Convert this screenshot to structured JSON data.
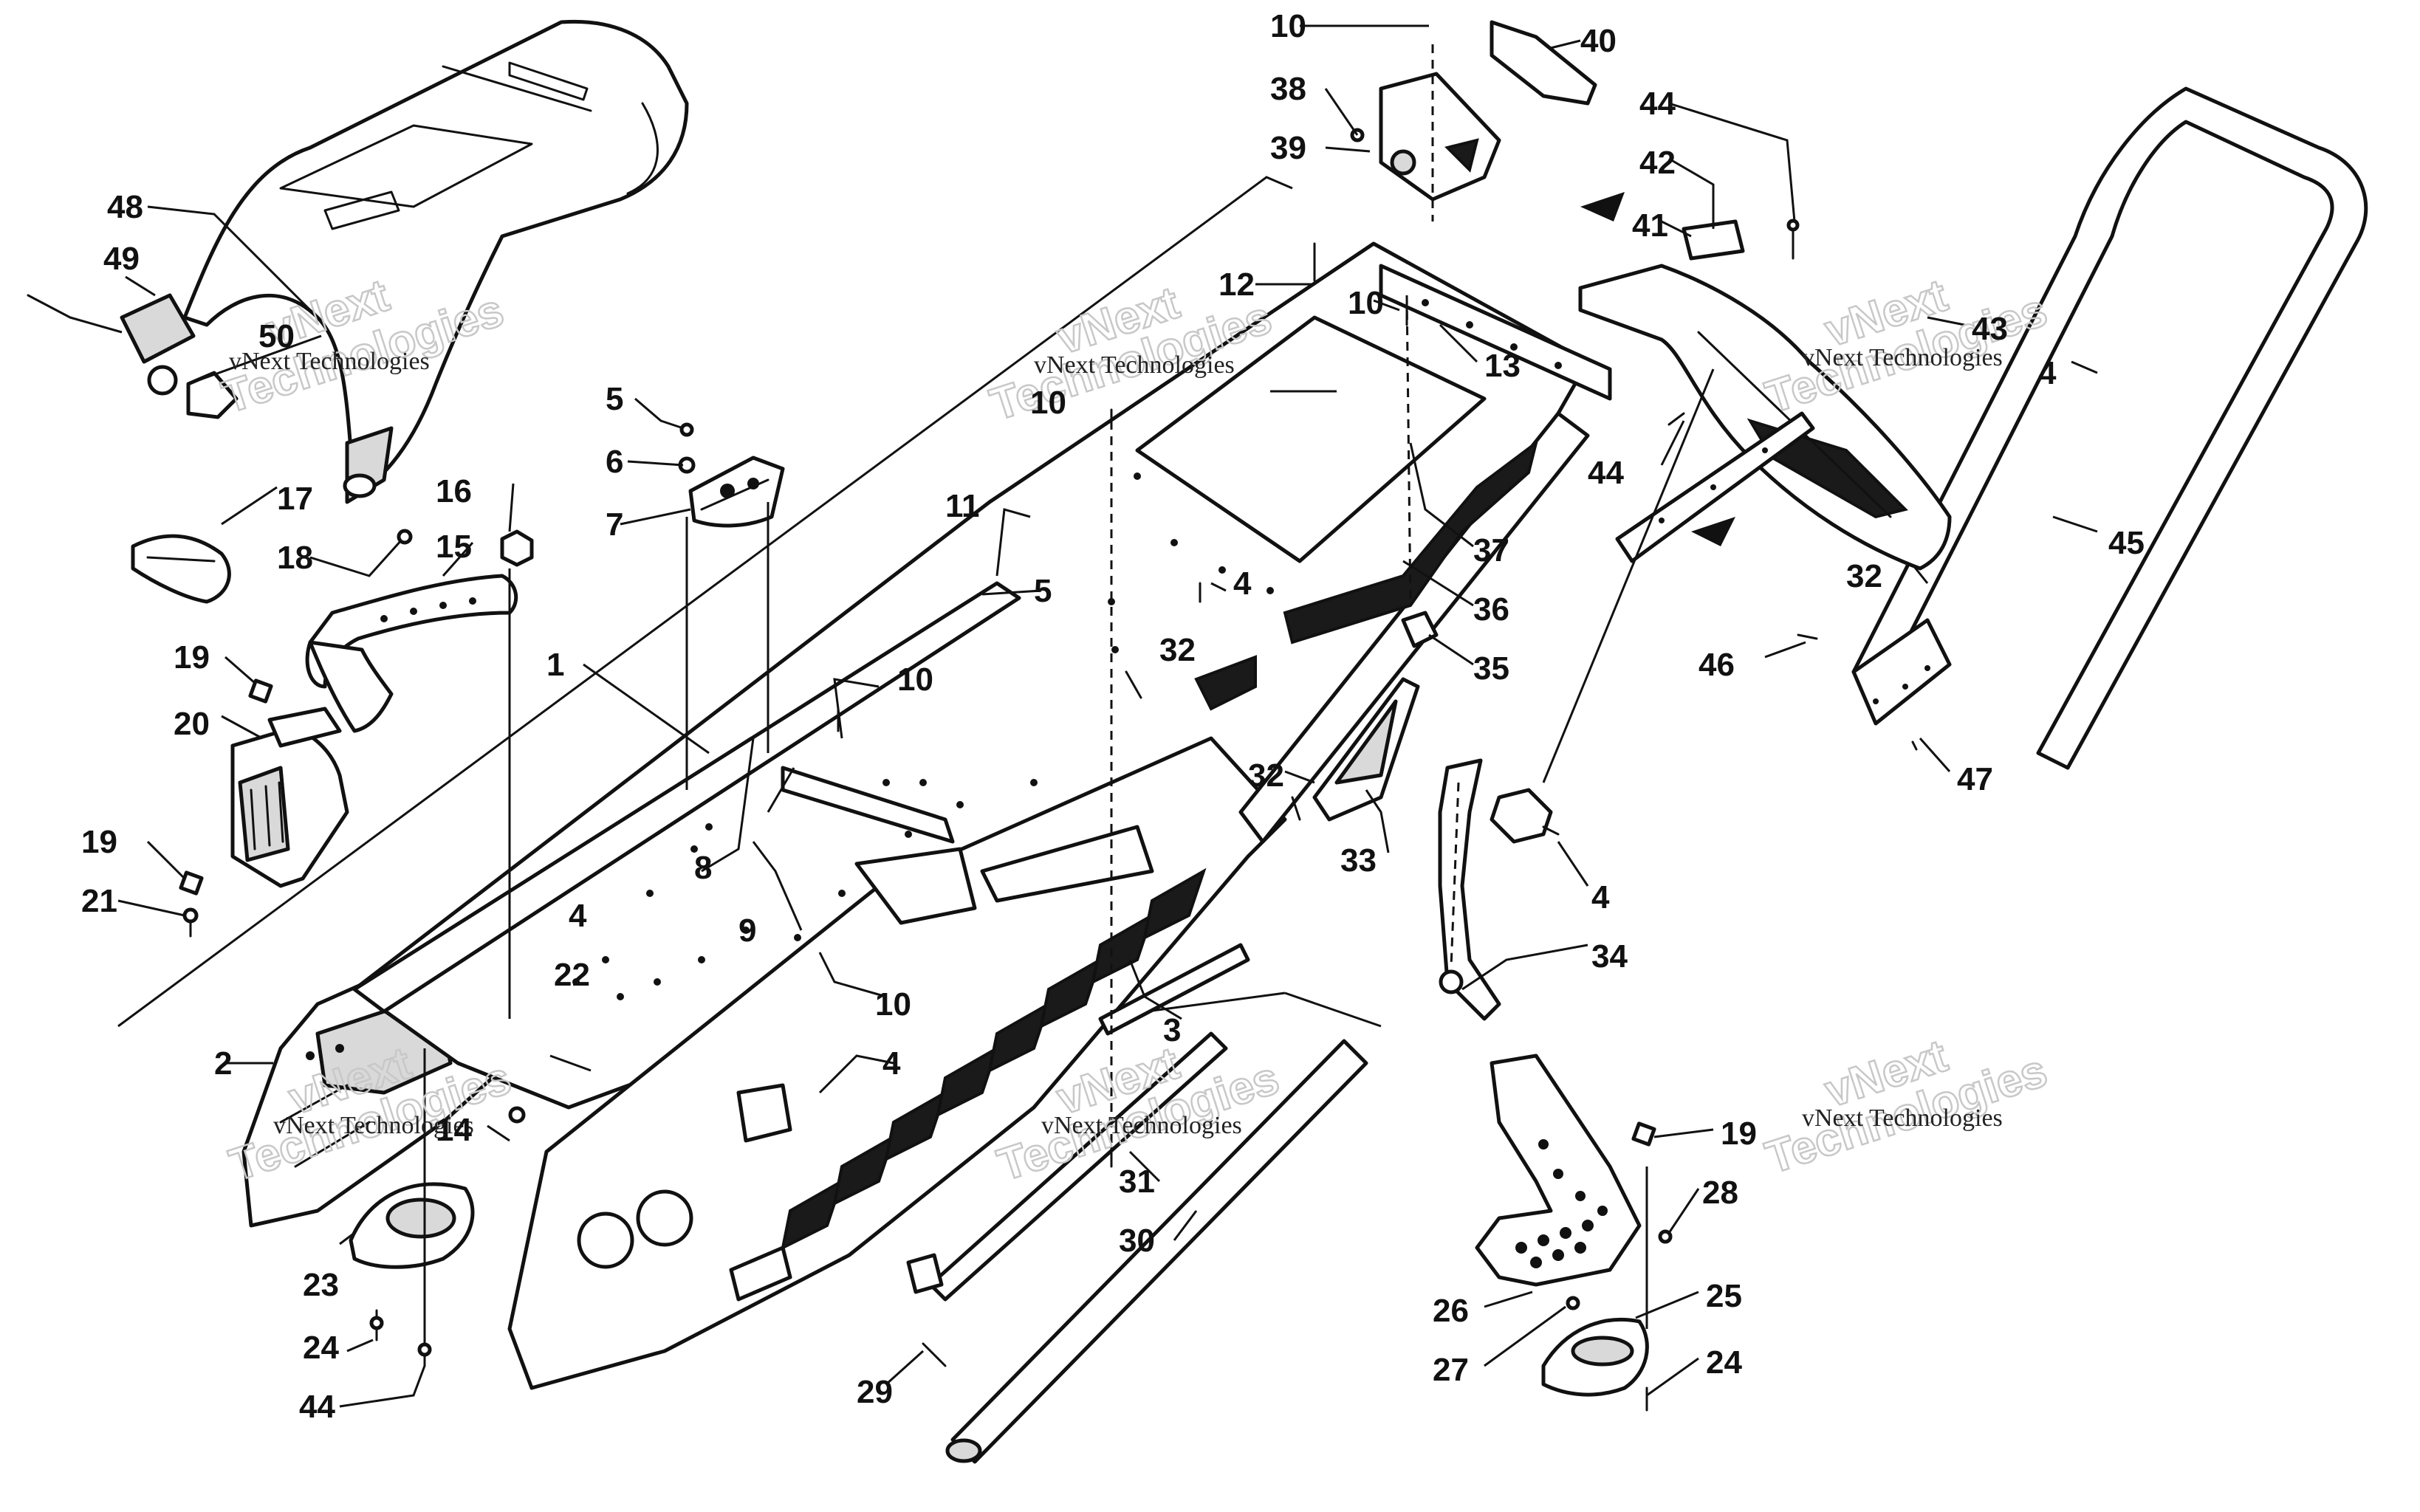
{
  "watermark": {
    "line1": "vNext",
    "line2": "Technologies",
    "caption": "vNext Technologies"
  },
  "callouts": {
    "c1": "1",
    "c2": "2",
    "c3": "3",
    "c4a": "4",
    "c4b": "4",
    "c4c": "4",
    "c4d": "4",
    "c4e": "4",
    "c5a": "5",
    "c5b": "5",
    "c6": "6",
    "c7": "7",
    "c8": "8",
    "c9": "9",
    "c10a": "10",
    "c10b": "10",
    "c10c": "10",
    "c10d": "10",
    "c10e": "10",
    "c11": "11",
    "c12": "12",
    "c13": "13",
    "c14": "14",
    "c15": "15",
    "c16": "16",
    "c17": "17",
    "c18": "18",
    "c19a": "19",
    "c19b": "19",
    "c19c": "19",
    "c20": "20",
    "c21": "21",
    "c22": "22",
    "c23": "23",
    "c24a": "24",
    "c24b": "24",
    "c25": "25",
    "c26": "26",
    "c27": "27",
    "c28": "28",
    "c29": "29",
    "c30": "30",
    "c31": "31",
    "c32a": "32",
    "c32b": "32",
    "c32c": "32",
    "c33": "33",
    "c34": "34",
    "c35": "35",
    "c36": "36",
    "c37": "37",
    "c38": "38",
    "c39": "39",
    "c40": "40",
    "c41": "41",
    "c42": "42",
    "c43": "43",
    "c44a": "44",
    "c44b": "44",
    "c44c": "44",
    "c45": "45",
    "c46": "46",
    "c47": "47",
    "c48": "48",
    "c49": "49",
    "c50": "50"
  }
}
